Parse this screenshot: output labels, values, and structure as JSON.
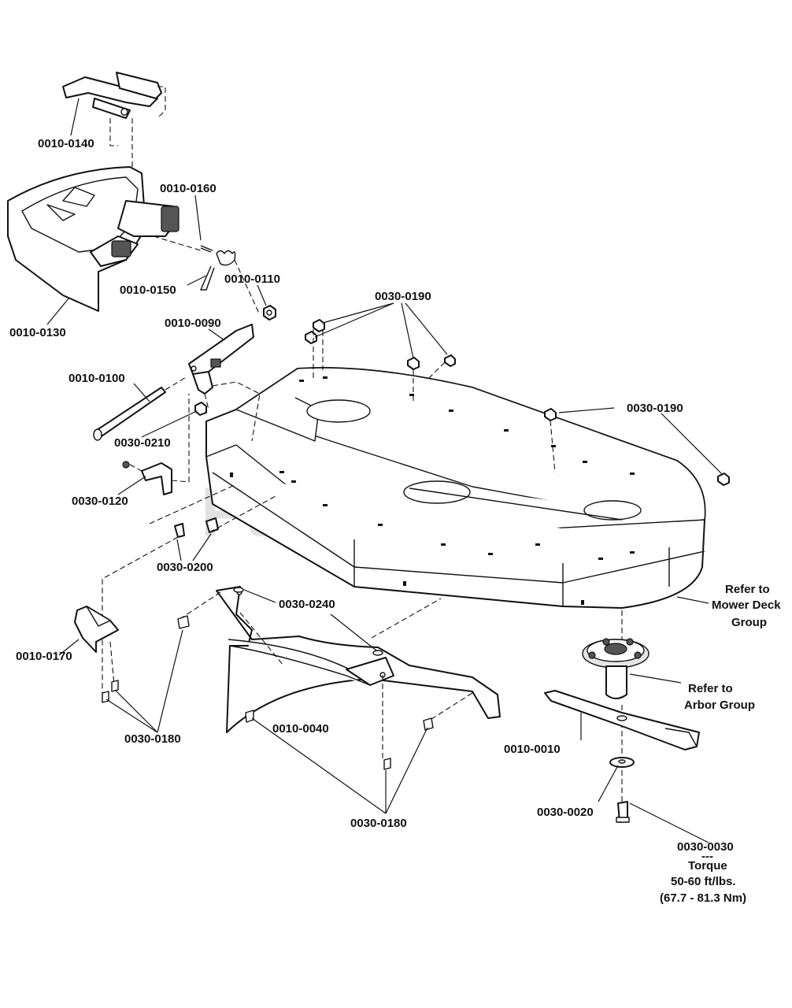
{
  "watermark": {
    "text": "PartsTree",
    "tm": "TM"
  },
  "labels": {
    "p0010_0140": "0010-0140",
    "p0010_0160": "0010-0160",
    "p0010_0150": "0010-0150",
    "p0010_0110": "0010-0110",
    "p0010_0130": "0010-0130",
    "p0010_0090": "0010-0090",
    "p0030_0190_a": "0030-0190",
    "p0010_0100": "0010-0100",
    "p0030_0190_b": "0030-0190",
    "p0030_0210": "0030-0210",
    "p0030_0120": "0030-0120",
    "p0030_0200": "0030-0200",
    "p0030_0240": "0030-0240",
    "refer_deck_1": "Refer to",
    "refer_deck_2": "Mower Deck",
    "refer_deck_3": "Group",
    "p0010_0170": "0010-0170",
    "refer_arbor_1": "Refer to",
    "refer_arbor_2": "Arbor Group",
    "p0030_0180_a": "0030-0180",
    "p0010_0040": "0010-0040",
    "p0010_0010": "0010-0010",
    "p0030_0020": "0030-0020",
    "p0030_0180_b": "0030-0180",
    "p0030_0030": "0030-0030",
    "sep": "---",
    "torque": "Torque",
    "torque_ft": "50-60 ft/lbs.",
    "torque_nm": "(67.7 - 81.3 Nm)"
  }
}
